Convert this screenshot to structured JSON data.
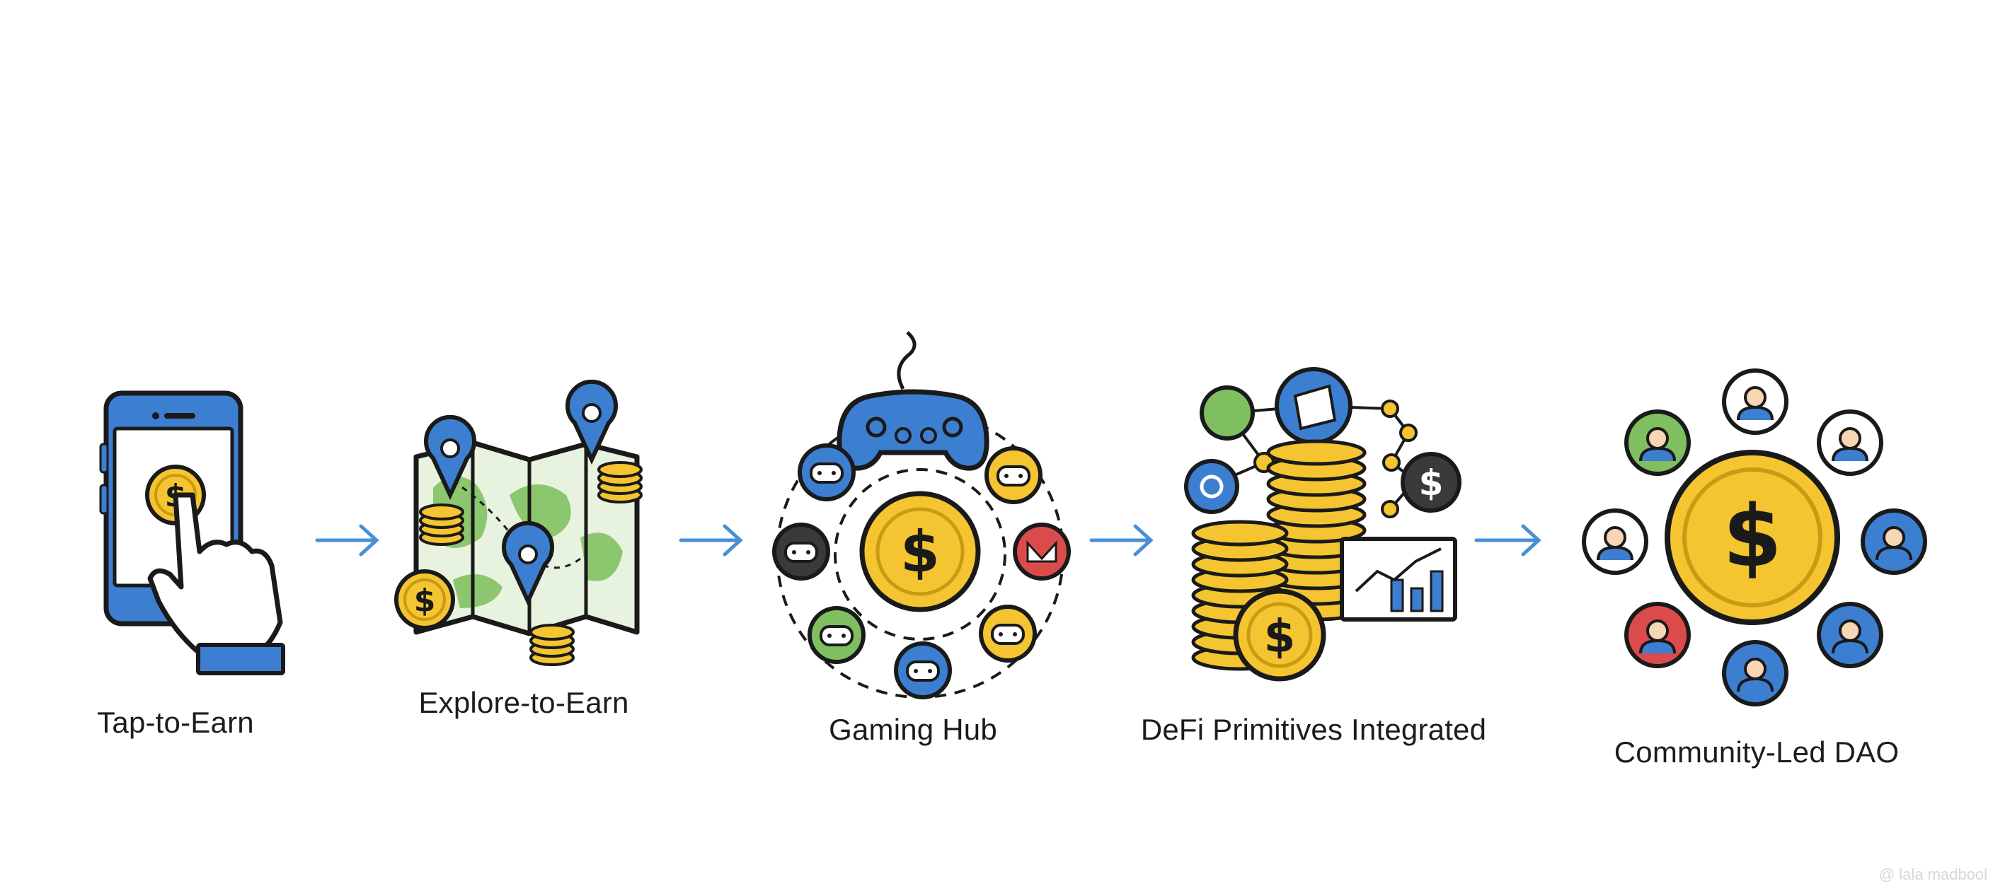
{
  "stages": [
    {
      "label": "Tap-to-Earn",
      "icon": "phone-tap-coin-icon"
    },
    {
      "label": "Explore-to-Earn",
      "icon": "treasure-map-icon"
    },
    {
      "label": "Gaming Hub",
      "icon": "game-controller-hub-icon"
    },
    {
      "label": "DeFi Primitives Integrated",
      "icon": "defi-coin-stacks-icon"
    },
    {
      "label": "Community-Led DAO",
      "icon": "community-network-icon"
    }
  ],
  "watermark": "@ lala madbool",
  "colors": {
    "blue": "#3c7fd1",
    "gold": "#f4c531",
    "green": "#7fbf60",
    "red": "#dc4b4b",
    "outline": "#1a1a1a",
    "arrow": "#4a8fd6"
  }
}
